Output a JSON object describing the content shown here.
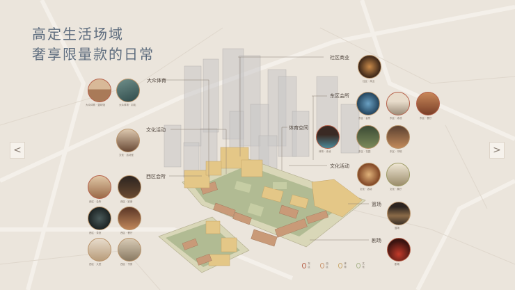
{
  "title": {
    "line1": "高定生活场域",
    "line2": "奢享限量款的日常"
  },
  "nav": {
    "prev": "<",
    "next": ">"
  },
  "callouts": {
    "community_business": "社区商业",
    "public_sports": "大众体育",
    "east_clubhouse": "东区会所",
    "culture_left": "文化活动",
    "sports_space": "体育空间",
    "culture_right": "文化活动",
    "west_clubhouse": "西区会所",
    "stadium": "篮场",
    "theater": "剧场"
  },
  "thumb_captions": {
    "community": "社区 · 商业",
    "ps1": "大众体育 · 篮球馆",
    "ps2": "大众体育 · 羽毛",
    "ec1": "东区 · 会所",
    "ec2": "东区 · 泳池",
    "ec3": "东区 · 餐厅",
    "ec4": "东区 · 花园",
    "ec5": "东区 · 书吧",
    "cl1": "文化 · 活动室",
    "sp1": "体育 · 泳池",
    "cr1": "文化 · 活动",
    "cr2": "文化 · 展厅",
    "wc1": "西区 · 会所",
    "wc2": "西区 · 影音",
    "wc3": "西区 · 茶室",
    "wc4": "西区 · 餐厅",
    "wc5": "西区 · 大堂",
    "wc6": "西区 · 书房",
    "st1": "篮场",
    "th1": "剧场"
  },
  "legend": [
    {
      "label": "东区",
      "color": "#b55f48"
    },
    {
      "label": "西区",
      "color": "#c9956e"
    },
    {
      "label": "体育",
      "color": "#c9a86c"
    },
    {
      "label": "文化",
      "color": "#a8b48a"
    }
  ]
}
